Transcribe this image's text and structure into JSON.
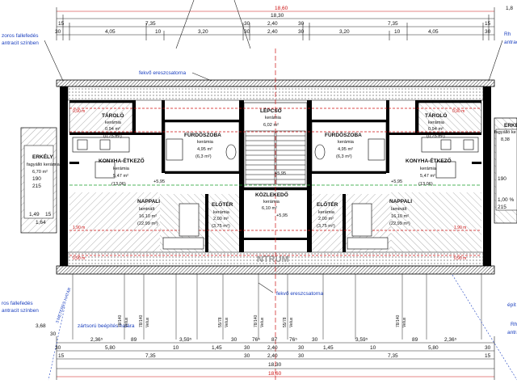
{
  "top_dims": {
    "total_red": "18,60",
    "total": "18,30",
    "row2": [
      "15",
      "7,35",
      "30",
      "2,40",
      "30",
      "7,35",
      "15"
    ],
    "row3": [
      "30",
      "4,05",
      "10",
      "3,20",
      "30",
      "2,40",
      "30",
      "3,20",
      "10",
      "4,05",
      "30"
    ],
    "corner_right": "1,8"
  },
  "bottom_dims": {
    "row1": [
      "2,36⁵",
      "89",
      "3,59⁵",
      "30",
      "76⁵",
      "87",
      "76⁵",
      "30",
      "3,59⁵",
      "89",
      "2,36⁵"
    ],
    "row2": [
      "30",
      "5,80",
      "10",
      "1,45",
      "30",
      "2,40",
      "30",
      "1,45",
      "10",
      "5,80",
      "30"
    ],
    "row3": [
      "15",
      "7,35",
      "30",
      "2,40",
      "30",
      "7,35",
      "15"
    ],
    "total": "18,30",
    "total_red": "18,60"
  },
  "annotations": {
    "top_left": "zoros fallefedés",
    "top_left2": "antracit színben",
    "gutter_top": "fekvő ereszcsatorna",
    "gutter_bottom": "fekvő ereszcsatorna",
    "bottom_left": "ros fallefedés",
    "bottom_left2": "antracit színben",
    "zartsoru": "zártsorú beépítés határa",
    "meter": "3 METERES HATÁR",
    "right_top": "Rh",
    "right_top2": "antrac",
    "right_bottom": "Rh",
    "right_bottom2": "antra",
    "epit": "épít",
    "left_dim": "3,68",
    "left_small": "30",
    "left_1": "190",
    "left_2": "215",
    "left_3": "1,49",
    "left_4": "15",
    "left_5": "1,64",
    "right_1": "190",
    "right_2": "1,00 %",
    "right_3": "215",
    "levels": [
      "+5,95",
      "+5,95",
      "+5,95",
      "+5,95"
    ],
    "watermark": "NTRUM",
    "red_line": "0,90 m",
    "red_line2": "1,90 m",
    "skylight": "Velux",
    "windows": [
      "55/78",
      "78/140",
      "78/140",
      "78/140",
      "55/78",
      "78/140"
    ]
  },
  "rooms": {
    "stair": {
      "name": "LÉPCSŐ",
      "floor": "kerámia",
      "area": "6,02 m²"
    },
    "corridor": {
      "name": "KÖZLEKEDŐ",
      "floor": "kerámia",
      "area": "6,10 m²"
    },
    "left": {
      "storage": {
        "name": "TÁROLÓ",
        "floor": "kerámia",
        "area": "0,94 m²",
        "area2": "(0,75 m²)"
      },
      "bath": {
        "name": "FÜRDŐSZOBA",
        "floor": "kerámia",
        "area": "4,95 m²",
        "area2": "(6,3 m²)"
      },
      "kitchen": {
        "name": "KONYHA-ÉTKEZŐ",
        "floor": "kerámia",
        "area": "5,47 m²",
        "area2": "(13,06)"
      },
      "living": {
        "name": "NAPPALI",
        "floor": "laminált",
        "area": "16,10 m²",
        "area2": "(22,99 m²)"
      },
      "hall": {
        "name": "ELŐTÉR",
        "floor": "kerámia",
        "area": "2,00 m²",
        "area2": "(3,75 m²)"
      }
    },
    "right": {
      "storage": {
        "name": "TÁROLÓ",
        "floor": "kerámia",
        "area": "0,94 m²",
        "area2": "(0,75 m²)"
      },
      "bath": {
        "name": "FÜRDŐSZOBA",
        "floor": "kerámia",
        "area": "4,95 m²",
        "area2": "(6,3 m²)"
      },
      "kitchen": {
        "name": "KONYHA-ÉTKEZŐ",
        "floor": "kerámia",
        "area": "5,47 m²",
        "area2": "(13,06)"
      },
      "living": {
        "name": "NAPPALI",
        "floor": "laminált",
        "area": "16,10 m²",
        "area2": "(22,99 m²)"
      },
      "hall": {
        "name": "ELŐTÉR",
        "floor": "kerámia",
        "area": "2,00 m²",
        "area2": "(3,75 m²)"
      }
    },
    "balcony_left": {
      "name": "ERKÉLY",
      "floor": "fagyálló kerámia",
      "area": "6,70 m²"
    },
    "balcony_right": {
      "name": "ERKÉ",
      "floor": "fagyálló ke",
      "area": "8,38"
    }
  }
}
